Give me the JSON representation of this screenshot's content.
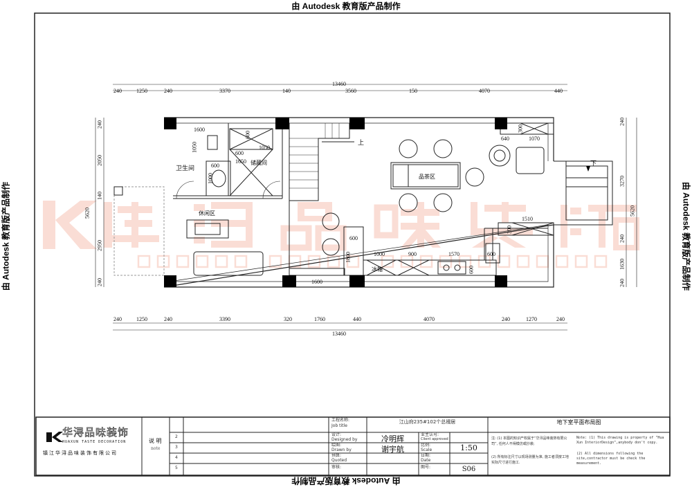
{
  "stamp": {
    "text": "由 Autodesk 教育版产品制作"
  },
  "watermark": {
    "cn": "华浔品味装饰",
    "en": "HUAXUN TASTE DECORATION"
  },
  "dimensions": {
    "top": [
      "240",
      "1250",
      "240",
      "3370",
      "140",
      "3560",
      "150",
      "4070",
      "440"
    ],
    "top_total": "13460",
    "bottom": [
      "240",
      "1250",
      "240",
      "3390",
      "320",
      "1760",
      "440",
      "4070",
      "240",
      "1270",
      "240"
    ],
    "bottom_total": "13460",
    "left": [
      "240",
      "2050",
      "140",
      "2950",
      "240"
    ],
    "left_total": "5620",
    "right": [
      "240",
      "3270",
      "240",
      "1630",
      "240"
    ],
    "right_total": "5620",
    "interior": {
      "bath_w": "1600",
      "bath_h": "1050",
      "basin_w": "600",
      "basin_h": "1000",
      "storage_600v": "600",
      "storage_600": "600",
      "storage_1050": "1050",
      "storage_1650": "1650",
      "bar_w": "600",
      "bar_h": "1800",
      "bench": "1600",
      "kit_1000": "1000",
      "kit_900": "900",
      "kit_1570": "1570",
      "kit_600": "600",
      "kit_600v": "600",
      "tr_640": "640",
      "tr_1070": "1070",
      "tr_300": "300",
      "r_1510": "1510",
      "r_300": "300"
    }
  },
  "rooms": {
    "bathroom": "卫生间",
    "storage": "储藏间",
    "tea": "品茶区",
    "leisure": "休闲区",
    "fridge": "冰箱",
    "stairs_up": "上",
    "stairs_down": "下"
  },
  "title_block": {
    "company_cn": "镇江华浔品味装饰有限公司",
    "logo_cn": "华浔品味装饰",
    "logo_en": "HUAXUN TASTE DECORATION",
    "note_label_cn": "说 明",
    "note_label_en": "note",
    "row_numbers": [
      "2",
      "3",
      "4",
      "5"
    ],
    "job_title_label": "工程名称:",
    "job_title_label_en": "Job title",
    "job_title": "江山府235#102个总裰居",
    "designed_label": "设计:",
    "designed_label_en": "Designed by",
    "designer": "冷明辉",
    "drawn_label": "绘图:",
    "drawn_label_en": "Drawn by",
    "drawer": "谢宇航",
    "quoted_label": "预算:",
    "quoted_label_en": "Quoted",
    "checked_label": "审核:",
    "client_label": "业主认可:",
    "client_label_en": "Client approved",
    "scale_label": "比例:",
    "scale_label_en": "Scale",
    "scale": "1:50",
    "date_label": "日期:",
    "date_label_en": "Date",
    "drawing_no_label": "图号:",
    "drawing_no": "S06",
    "drawing_title": "地下室平面布局图",
    "note_cn_1": "注: (1) 本图的知识产权属于“华浔品味装饰有限公司”, 任何人不得模仿或抄袭;",
    "note_cn_2": "(2) 所有标注尺寸以现场测量为准, 施工者须按工地实际尺寸进行施工.",
    "note_en_1": "Note: (1) This drawing is property of \"Hua Xun InteriorDesign\",anybody don't copy.",
    "note_en_2": "(2) All dimensions following the site,contractor must be check the measurement."
  }
}
